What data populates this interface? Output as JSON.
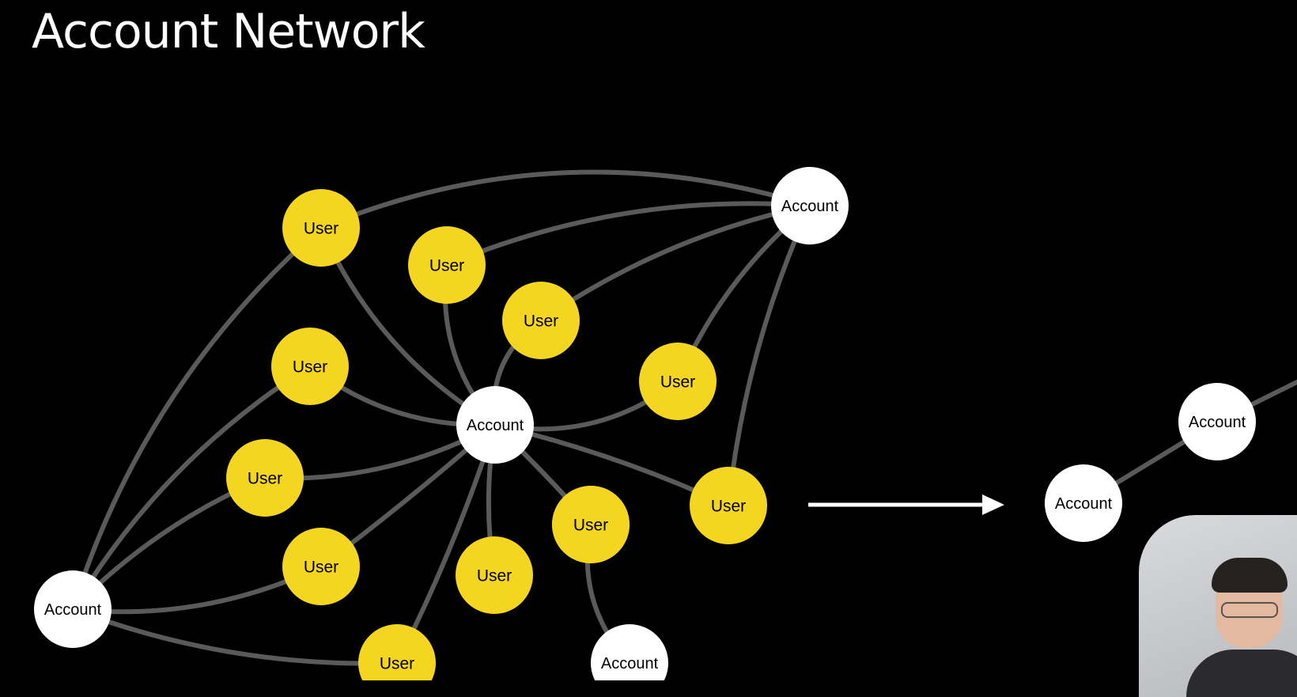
{
  "slide": {
    "title": "Account Network"
  },
  "colors": {
    "background": "#000000",
    "edge": "#5a5a5a",
    "user_node": "#f4d51f",
    "account_node": "#ffffff",
    "label_text": "#000000",
    "arrow": "#ffffff"
  },
  "diagram": {
    "nodes": [
      {
        "id": "acc_top",
        "type": "account",
        "label": "Account"
      },
      {
        "id": "acc_center",
        "type": "account",
        "label": "Account"
      },
      {
        "id": "acc_left",
        "type": "account",
        "label": "Account"
      },
      {
        "id": "acc_bottom",
        "type": "account",
        "label": "Account"
      },
      {
        "id": "u1",
        "type": "user",
        "label": "User"
      },
      {
        "id": "u2",
        "type": "user",
        "label": "User"
      },
      {
        "id": "u3",
        "type": "user",
        "label": "User"
      },
      {
        "id": "u4",
        "type": "user",
        "label": "User"
      },
      {
        "id": "u5",
        "type": "user",
        "label": "User"
      },
      {
        "id": "u6",
        "type": "user",
        "label": "User"
      },
      {
        "id": "u7",
        "type": "user",
        "label": "User"
      },
      {
        "id": "u8",
        "type": "user",
        "label": "User"
      },
      {
        "id": "u9",
        "type": "user",
        "label": "User"
      },
      {
        "id": "u10",
        "type": "user",
        "label": "User"
      },
      {
        "id": "u11",
        "type": "user",
        "label": "User"
      },
      {
        "id": "u12",
        "type": "user",
        "label": "User"
      },
      {
        "id": "r_acc1",
        "type": "account",
        "label": "Account"
      },
      {
        "id": "r_acc2",
        "type": "account",
        "label": "Account"
      }
    ],
    "edges": [
      [
        "u1",
        "acc_top"
      ],
      [
        "u2",
        "acc_top"
      ],
      [
        "u3",
        "acc_top"
      ],
      [
        "u4",
        "acc_top"
      ],
      [
        "u5",
        "acc_top"
      ],
      [
        "u1",
        "acc_center"
      ],
      [
        "u2",
        "acc_center"
      ],
      [
        "u3",
        "acc_center"
      ],
      [
        "u4",
        "acc_center"
      ],
      [
        "u6",
        "acc_center"
      ],
      [
        "u7",
        "acc_center"
      ],
      [
        "u8",
        "acc_center"
      ],
      [
        "u9",
        "acc_center"
      ],
      [
        "u10",
        "acc_center"
      ],
      [
        "u11",
        "acc_center"
      ],
      [
        "u12",
        "acc_center"
      ],
      [
        "u5",
        "acc_center"
      ],
      [
        "u1",
        "acc_left"
      ],
      [
        "u6",
        "acc_left"
      ],
      [
        "u7",
        "acc_left"
      ],
      [
        "u8",
        "acc_left"
      ],
      [
        "u12",
        "acc_left"
      ],
      [
        "u11",
        "acc_bottom"
      ],
      [
        "r_acc1",
        "r_acc2"
      ]
    ]
  },
  "presenter": {
    "icon": "presenter-webcam"
  }
}
